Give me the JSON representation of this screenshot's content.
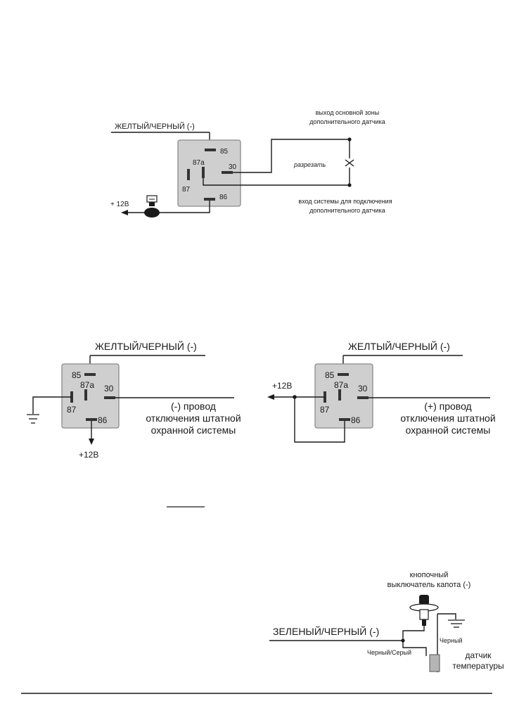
{
  "diagram1": {
    "wire_label": "ЖЕЛТЫЙ/ЧЕРНЫЙ (-)",
    "pins": {
      "p85": "85",
      "p87a": "87a",
      "p30": "30",
      "p87": "87",
      "p86": "86"
    },
    "power_label": "+ 12В",
    "output_label_line1": "выход основной зоны",
    "output_label_line2": "дополнительного датчика",
    "cut_label": "разрезать",
    "input_label_line1": "вход системы для подключения",
    "input_label_line2": "дополнительного датчика"
  },
  "diagram2": {
    "wire_label": "ЖЕЛТЫЙ/ЧЕРНЫЙ (-)",
    "pins": {
      "p85": "85",
      "p87a": "87a",
      "p30": "30",
      "p87": "87",
      "p86": "86"
    },
    "power_label": "+12В",
    "wire_desc_line1": "(-) провод",
    "wire_desc_line2": "отключения штатной",
    "wire_desc_line3": "охранной системы"
  },
  "diagram3": {
    "wire_label": "ЖЕЛТЫЙ/ЧЕРНЫЙ (-)",
    "pins": {
      "p85": "85",
      "p87a": "87a",
      "p30": "30",
      "p87": "87",
      "p86": "86"
    },
    "power_label": "+12В",
    "wire_desc_line1": "(+) провод",
    "wire_desc_line2": "отключения штатной",
    "wire_desc_line3": "охранной системы"
  },
  "diagram4": {
    "switch_label_line1": "кнопочный",
    "switch_label_line2": "выключатель капота (-)",
    "wire_label": "ЗЕЛЕНЫЙ/ЧЕРНЫЙ  (-)",
    "black_label": "Черный",
    "black_gray_label": "Черный/Серый",
    "sensor_label_line1": "датчик",
    "sensor_label_line2": "температуры"
  }
}
